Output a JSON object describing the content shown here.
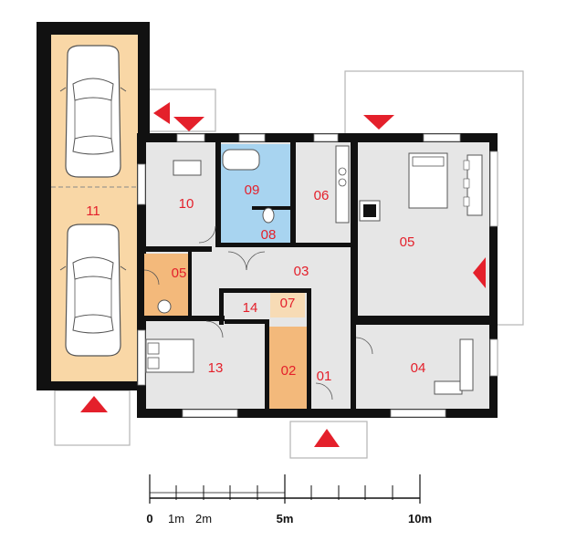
{
  "floor_plan": {
    "rooms": [
      {
        "id": "r01",
        "number": "01"
      },
      {
        "id": "r02",
        "number": "02"
      },
      {
        "id": "r03",
        "number": "03"
      },
      {
        "id": "r04",
        "number": "04"
      },
      {
        "id": "r05a",
        "number": "05"
      },
      {
        "id": "r05b",
        "number": "05"
      },
      {
        "id": "r06",
        "number": "06"
      },
      {
        "id": "r07",
        "number": "07"
      },
      {
        "id": "r08",
        "number": "08"
      },
      {
        "id": "r09",
        "number": "09"
      },
      {
        "id": "r10",
        "number": "10"
      },
      {
        "id": "r11",
        "number": "11"
      },
      {
        "id": "r13",
        "number": "13"
      },
      {
        "id": "r14",
        "number": "14"
      }
    ],
    "scale_bar": {
      "labels": [
        "0",
        "1m",
        "2m",
        "5m",
        "10m"
      ]
    },
    "colors": {
      "wall": "#111111",
      "floor": "#e6e6e6",
      "garage": "#f9d7a6",
      "bathroom": "#a8d4f0",
      "storage": "#f3b97b",
      "marker": "#e4202b",
      "room_label": "#e4202b"
    }
  }
}
